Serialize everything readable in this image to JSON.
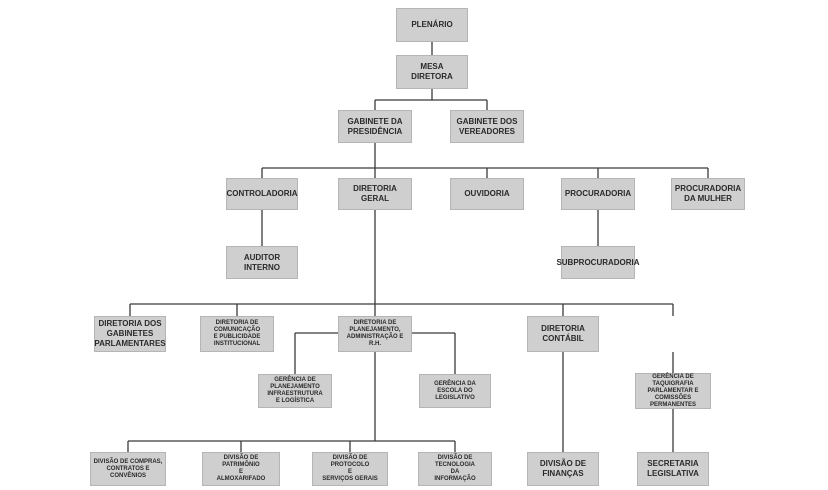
{
  "org_chart": {
    "plenario": "PLENÁRIO",
    "mesa_diretora": "MESA\nDIRETORA",
    "gabinete_presidencia": "GABINETE DA\nPRESIDÊNCIA",
    "gabinete_vereadores": "GABINETE DOS\nVEREADORES",
    "controladoria": "CONTROLADORIA",
    "diretoria_geral": "DIRETORIA GERAL",
    "ouvidoria": "OUVIDORIA",
    "procuradoria": "PROCURADORIA",
    "procuradoria_mulher": "PROCURADORIA\nDA MULHER",
    "auditor_interno": "AUDITOR\nINTERNO",
    "subprocuradoria": "SUBPROCURADORIA",
    "diretoria_gabinetes": "DIRETORIA DOS\nGABINETES\nPARLAMENTARES",
    "diretoria_comunicacao": "DIRETORIA DE COMUNICAÇÃO\nE PUBLICIDADE\nINSTITUCIONAL",
    "diretoria_planejamento": "DIRETORIA DE\nPLANEJAMENTO,\nADMINISTRAÇÃO E R.H.",
    "diretoria_contabil": "DIRETORIA\nCONTÁBIL",
    "gerencia_taquigrafia": "GERÊNCIA DE TAQUIGRAFIA\nPARLAMENTAR E COMISSÕES\nPERMANENTES",
    "gerencia_infraestrutura": "GERÊNCIA DE\nPLANEJAMENTO\nINFRAESTRUTURA\nE LOGÍSTICA",
    "gerencia_escola": "GERÊNCIA DA\nESCOLA DO\nLEGISLATIVO",
    "divisao_compras": "DIVISÃO DE COMPRAS,\nCONTRATOS E\nCONVÊNIOS",
    "divisao_patrimonio": "DIVISÃO DE PATRIMÔNIO\nE\nALMOXARIFADO",
    "divisao_protocolo": "DIVISÃO DE PROTOCOLO\nE\nSERVIÇOS GERAIS",
    "divisao_tecnologia": "DIVISÃO DE TECNOLOGIA\nDA\nINFORMAÇÃO",
    "divisao_financas": "DIVISÃO DE\nFINANÇAS",
    "secretaria_legislativa": "SECRETARIA\nLEGISLATIVA"
  }
}
